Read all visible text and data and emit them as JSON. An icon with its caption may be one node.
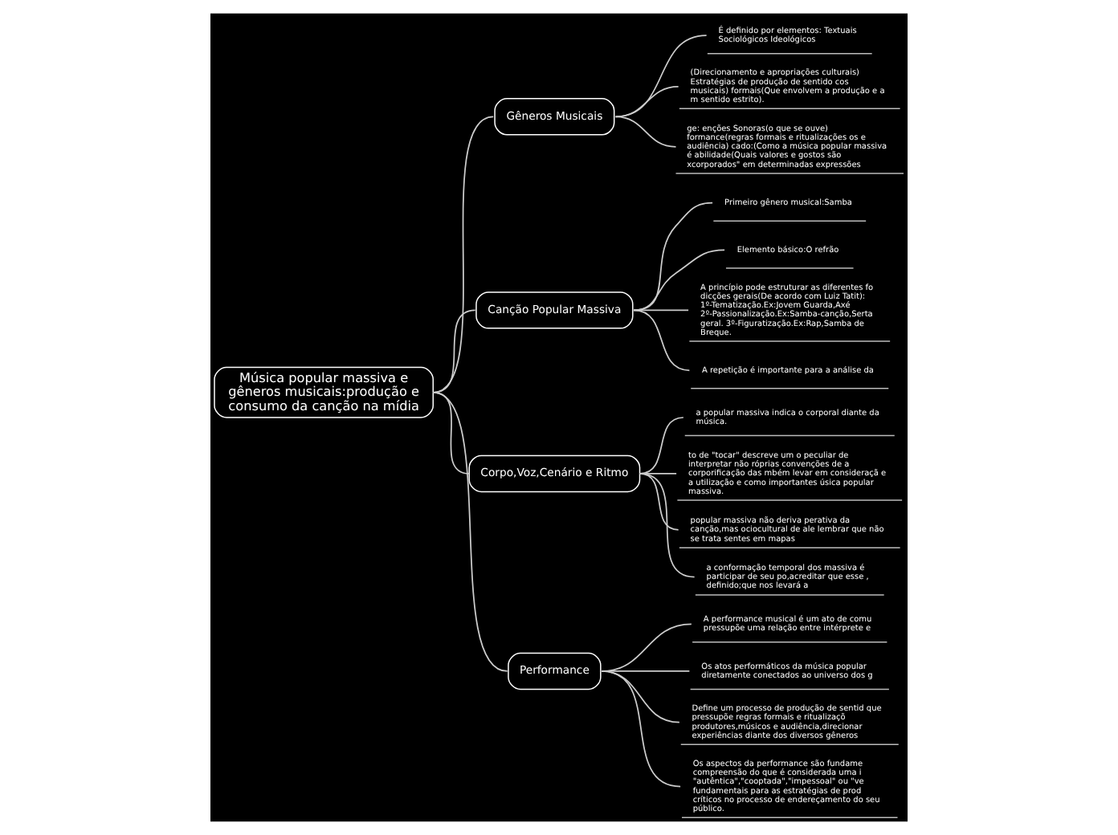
{
  "diagram": {
    "nodes": [
      {
        "text": [
          "Música popular massiva e gêneros musicais:produção e consumo da canção na mídia"
        ]
      },
      {
        "text": [
          "Gêneros Musicais"
        ]
      },
      {
        "text": [
          "É definido por elementos: Textuais Sociológicos Ideológicos"
        ]
      },
      {
        "text": [
          "(Direcionamento e apropriações culturais) Estratégias de produção de sentido cos musicais) formais(Que envolvem a produção e a m sentido estrito)."
        ]
      },
      {
        "text": [
          "ge: enções Sonoras(o que se ouve) formance(regras formais e ritualizações os e audiência) cado:(Como a música popular massiva é abilidade(Quais valores e gostos são xcorporados\" em determinadas expressões"
        ]
      },
      {
        "text": [
          "Canção Popular Massiva"
        ]
      },
      {
        "text": [
          "Primeiro gênero musical:Samba"
        ]
      },
      {
        "text": [
          "Elemento básico:O refrão"
        ]
      },
      {
        "text": [
          "A princípio pode estruturar as diferentes fo dicções gerais(De acordo com Luiz Tatit): 1º-Tematização.Ex:Jovem Guarda,Axé 2º-Passionalização.Ex:Samba-canção,Serta geral. 3º-Figuratização.Ex:Rap,Samba de Breque."
        ]
      },
      {
        "text": [
          "A repetição é importante para a análise da"
        ]
      },
      {
        "text": [
          "Corpo,Voz,Cenário e Ritmo"
        ]
      },
      {
        "text": [
          "a popular massiva indica o corporal diante da música."
        ]
      },
      {
        "text": [
          "to de \"tocar\" descreve um o peculiar de interpretar não róprias convenções de a corporificação das mbém levar em consideraçã e a utilização e como importantes úsica popular massiva."
        ]
      },
      {
        "text": [
          "popular massiva não deriva perativa da canção,mas ociocultural de ale lembrar que não se trata sentes em mapas"
        ]
      },
      {
        "text": [
          "a conformação temporal dos massiva é participar de seu po,acreditar que esse , definido;que nos levará a"
        ]
      },
      {
        "text": [
          "Performance"
        ]
      },
      {
        "text": [
          "A performance musical é um ato de comu pressupõe uma relação entre intérprete e"
        ]
      },
      {
        "text": [
          "Os atos performáticos da música popular diretamente conectados ao universo dos g"
        ]
      },
      {
        "text": [
          "Define um processo de produção de sentid que pressupõe regras formais e ritualizaçõ produtores,músicos e audiência,direcionar experiências diante dos diversos gêneros"
        ]
      },
      {
        "text": [
          "Os aspectos da performance são fundame compreensão do que é considerada uma i \"autêntica\",\"cooptada\",\"impessoal\" ou \"ve fundamentais para as estratégias de prod críticos no processo de endereçamento do seu público."
        ]
      }
    ],
    "edges": [
      {
        "from": 0,
        "to": 1,
        "arrow": "none"
      },
      {
        "from": 1,
        "to": 2,
        "arrow": "none"
      },
      {
        "from": 1,
        "to": 3,
        "arrow": "none"
      },
      {
        "from": 1,
        "to": 4,
        "arrow": "none"
      },
      {
        "from": 0,
        "to": 5,
        "arrow": "none"
      },
      {
        "from": 5,
        "to": 6,
        "arrow": "none"
      },
      {
        "from": 5,
        "to": 7,
        "arrow": "none"
      },
      {
        "from": 5,
        "to": 8,
        "arrow": "none"
      },
      {
        "from": 5,
        "to": 9,
        "arrow": "none"
      },
      {
        "from": 0,
        "to": 10,
        "arrow": "none"
      },
      {
        "from": 10,
        "to": 11,
        "arrow": "none"
      },
      {
        "from": 10,
        "to": 12,
        "arrow": "none"
      },
      {
        "from": 10,
        "to": 13,
        "arrow": "none"
      },
      {
        "from": 10,
        "to": 14,
        "arrow": "none"
      },
      {
        "from": 0,
        "to": 15,
        "arrow": "none"
      },
      {
        "from": 15,
        "to": 16,
        "arrow": "none"
      },
      {
        "from": 15,
        "to": 17,
        "arrow": "none"
      },
      {
        "from": 15,
        "to": 18,
        "arrow": "none"
      },
      {
        "from": 15,
        "to": 19,
        "arrow": "none"
      }
    ]
  }
}
